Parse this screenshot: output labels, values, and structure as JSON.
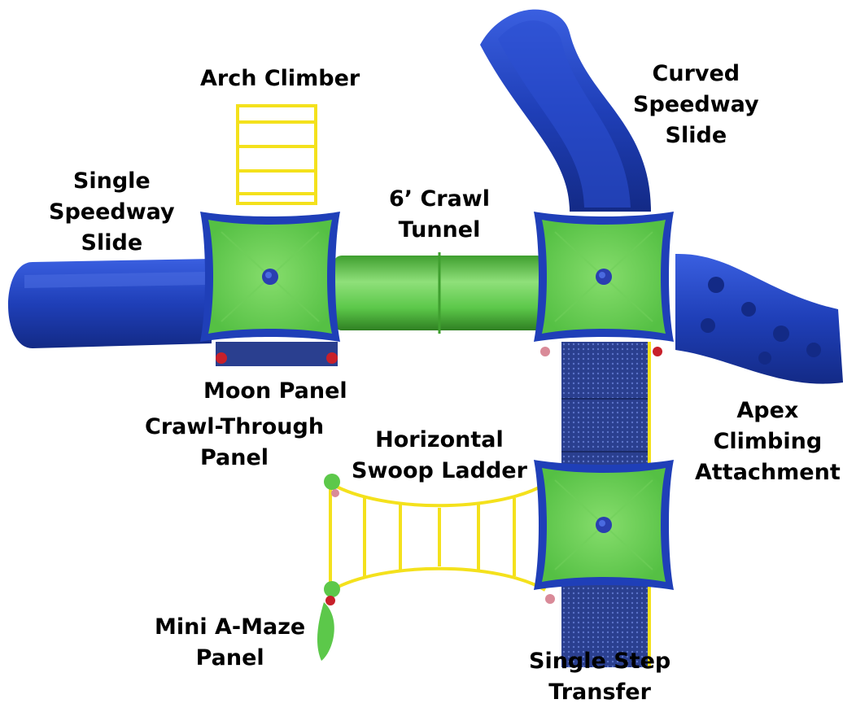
{
  "colors": {
    "blue": "#1f3fb8",
    "blue_dark": "#132a86",
    "green": "#5cc84a",
    "green_light": "#7fdc6a",
    "yellow": "#f4e11c",
    "red": "#c8202a",
    "pink": "#d98a98",
    "deck_blue": "#2a3f8f",
    "text": "#000000"
  },
  "icons": [
    "deck-top-icon",
    "slide-icon",
    "ladder-icon",
    "tunnel-icon"
  ],
  "labels": {
    "arch_climber": [
      "Arch Climber"
    ],
    "curved_slide": [
      "Curved",
      "Speedway",
      "Slide"
    ],
    "single_slide": [
      "Single",
      "Speedway",
      "Slide"
    ],
    "crawl_tunnel": [
      "6’ Crawl",
      "Tunnel"
    ],
    "moon_panel": [
      "Moon Panel"
    ],
    "crawl_through": [
      "Crawl-Through",
      "Panel"
    ],
    "horizontal_ladder": [
      "Horizontal",
      "Swoop Ladder"
    ],
    "apex": [
      "Apex",
      "Climbing",
      "Attachment"
    ],
    "mini_maze": [
      "Mini A-Maze",
      "Panel"
    ],
    "step_transfer": [
      "Single Step",
      "Transfer"
    ]
  }
}
